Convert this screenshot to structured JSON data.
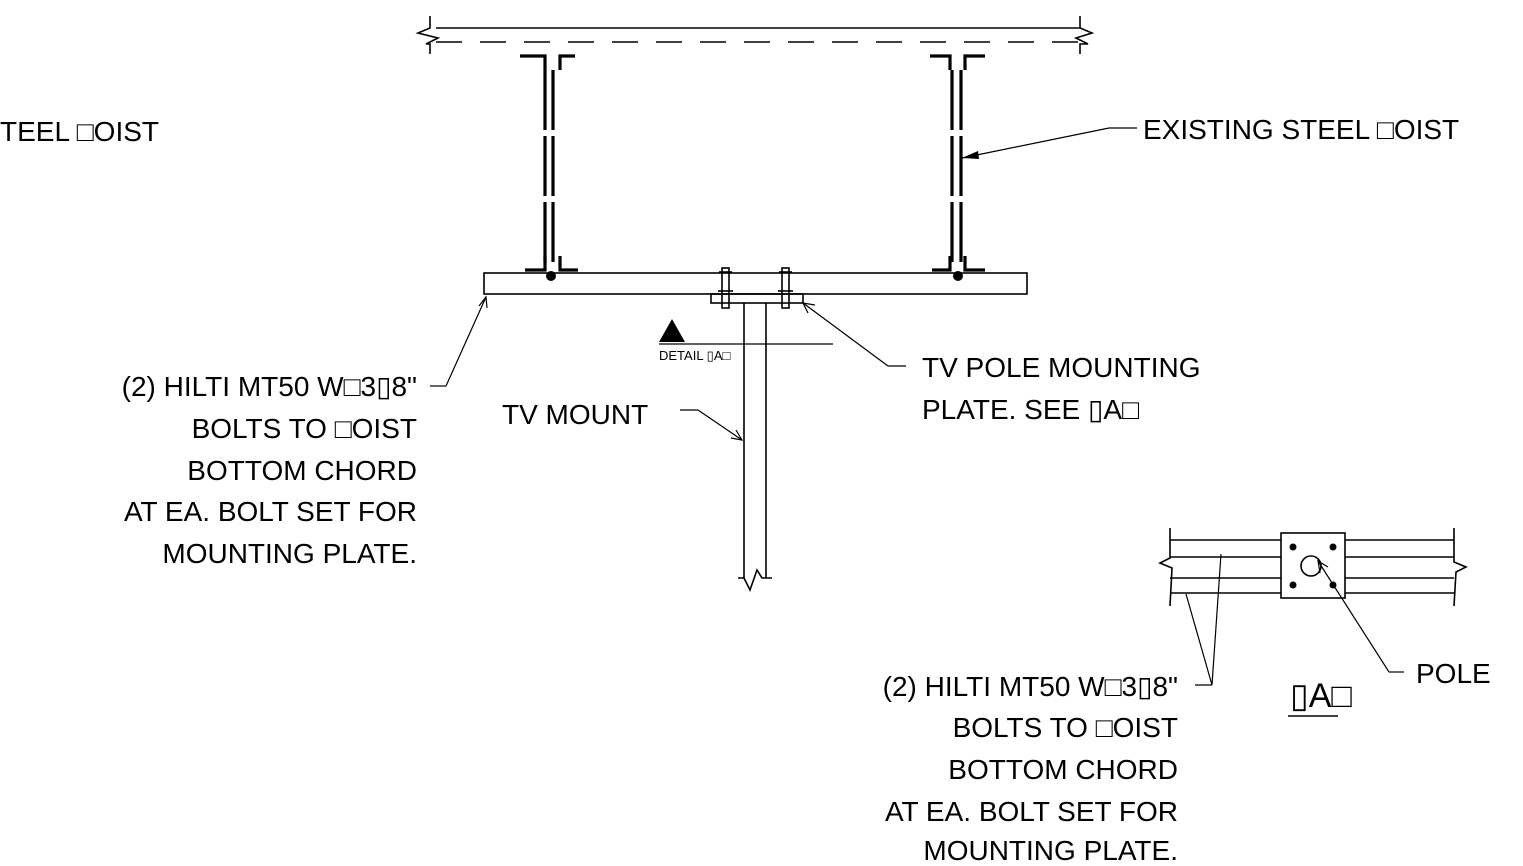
{
  "labels": {
    "left_joist": "TEEL □OIST",
    "right_joist": "EXISTING STEEL □OIST",
    "tv_mount": "TV MOUNT",
    "detail_marker": "DETAIL ▯A□",
    "plate_callout": [
      "TV POLE MOUNTING",
      "PLATE. SEE ▯A□"
    ],
    "bolts_note_1": [
      "(2) HILTI MT50 W□3▯8\"",
      "BOLTS TO □OIST",
      "BOTTOM CHORD",
      "AT EA. BOLT SET FOR",
      "MOUNTING PLATE."
    ],
    "bolts_note_2": [
      "(2) HILTI MT50 W□3▯8\"",
      "BOLTS TO □OIST",
      "BOTTOM CHORD",
      "AT EA. BOLT SET FOR",
      "MOUNTING PLATE."
    ],
    "pole": "POLE",
    "section_title": "▯A□"
  }
}
